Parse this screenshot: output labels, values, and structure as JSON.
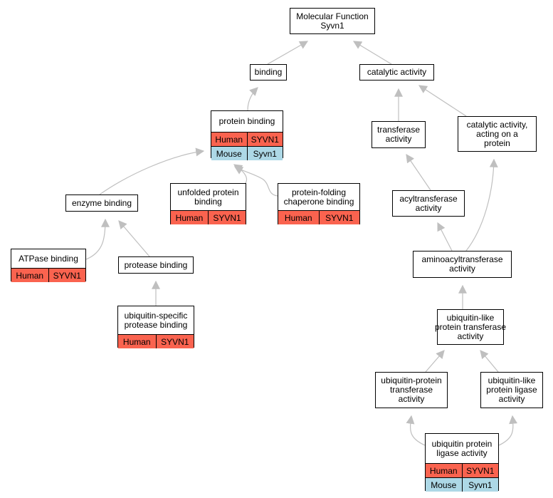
{
  "colors": {
    "human": "#fa634f",
    "mouse": "#add8e6",
    "edge": "#bfbfbf",
    "border": "#000000"
  },
  "nodes": {
    "mf": {
      "lines": [
        "Molecular Function",
        "Syvn1"
      ],
      "rows": []
    },
    "bind": {
      "lines": [
        "binding"
      ],
      "rows": []
    },
    "cat": {
      "lines": [
        "catalytic activity"
      ],
      "rows": []
    },
    "pb": {
      "lines": [
        "protein binding"
      ],
      "rows": [
        {
          "species": "Human",
          "gene": "SYVN1"
        },
        {
          "species": "Mouse",
          "gene": "Syvn1"
        }
      ]
    },
    "tr": {
      "lines": [
        "transferase",
        "activity"
      ],
      "rows": []
    },
    "cap": {
      "lines": [
        "catalytic activity,",
        "acting on a",
        "protein"
      ],
      "rows": []
    },
    "enz": {
      "lines": [
        "enzyme binding"
      ],
      "rows": []
    },
    "unf": {
      "lines": [
        "unfolded protein",
        "binding"
      ],
      "rows": [
        {
          "species": "Human",
          "gene": "SYVN1"
        }
      ]
    },
    "pfc": {
      "lines": [
        "protein-folding",
        "chaperone binding"
      ],
      "rows": [
        {
          "species": "Human",
          "gene": "SYVN1"
        }
      ]
    },
    "acy": {
      "lines": [
        "acyltransferase",
        "activity"
      ],
      "rows": []
    },
    "atp": {
      "lines": [
        "ATPase binding"
      ],
      "rows": [
        {
          "species": "Human",
          "gene": "SYVN1"
        }
      ]
    },
    "prot": {
      "lines": [
        "protease binding"
      ],
      "rows": []
    },
    "amino": {
      "lines": [
        "aminoacyltransferase",
        "activity"
      ],
      "rows": []
    },
    "usp": {
      "lines": [
        "ubiquitin-specific",
        "protease binding"
      ],
      "rows": [
        {
          "species": "Human",
          "gene": "SYVN1"
        }
      ]
    },
    "ulpt": {
      "lines": [
        "ubiquitin-like",
        "protein transferase",
        "activity"
      ],
      "rows": []
    },
    "upt": {
      "lines": [
        "ubiquitin-protein",
        "transferase",
        "activity"
      ],
      "rows": []
    },
    "ulpl": {
      "lines": [
        "ubiquitin-like",
        "protein ligase",
        "activity"
      ],
      "rows": []
    },
    "upl": {
      "lines": [
        "ubiquitin protein",
        "ligase activity"
      ],
      "rows": [
        {
          "species": "Human",
          "gene": "SYVN1"
        },
        {
          "species": "Mouse",
          "gene": "Syvn1"
        }
      ]
    }
  }
}
